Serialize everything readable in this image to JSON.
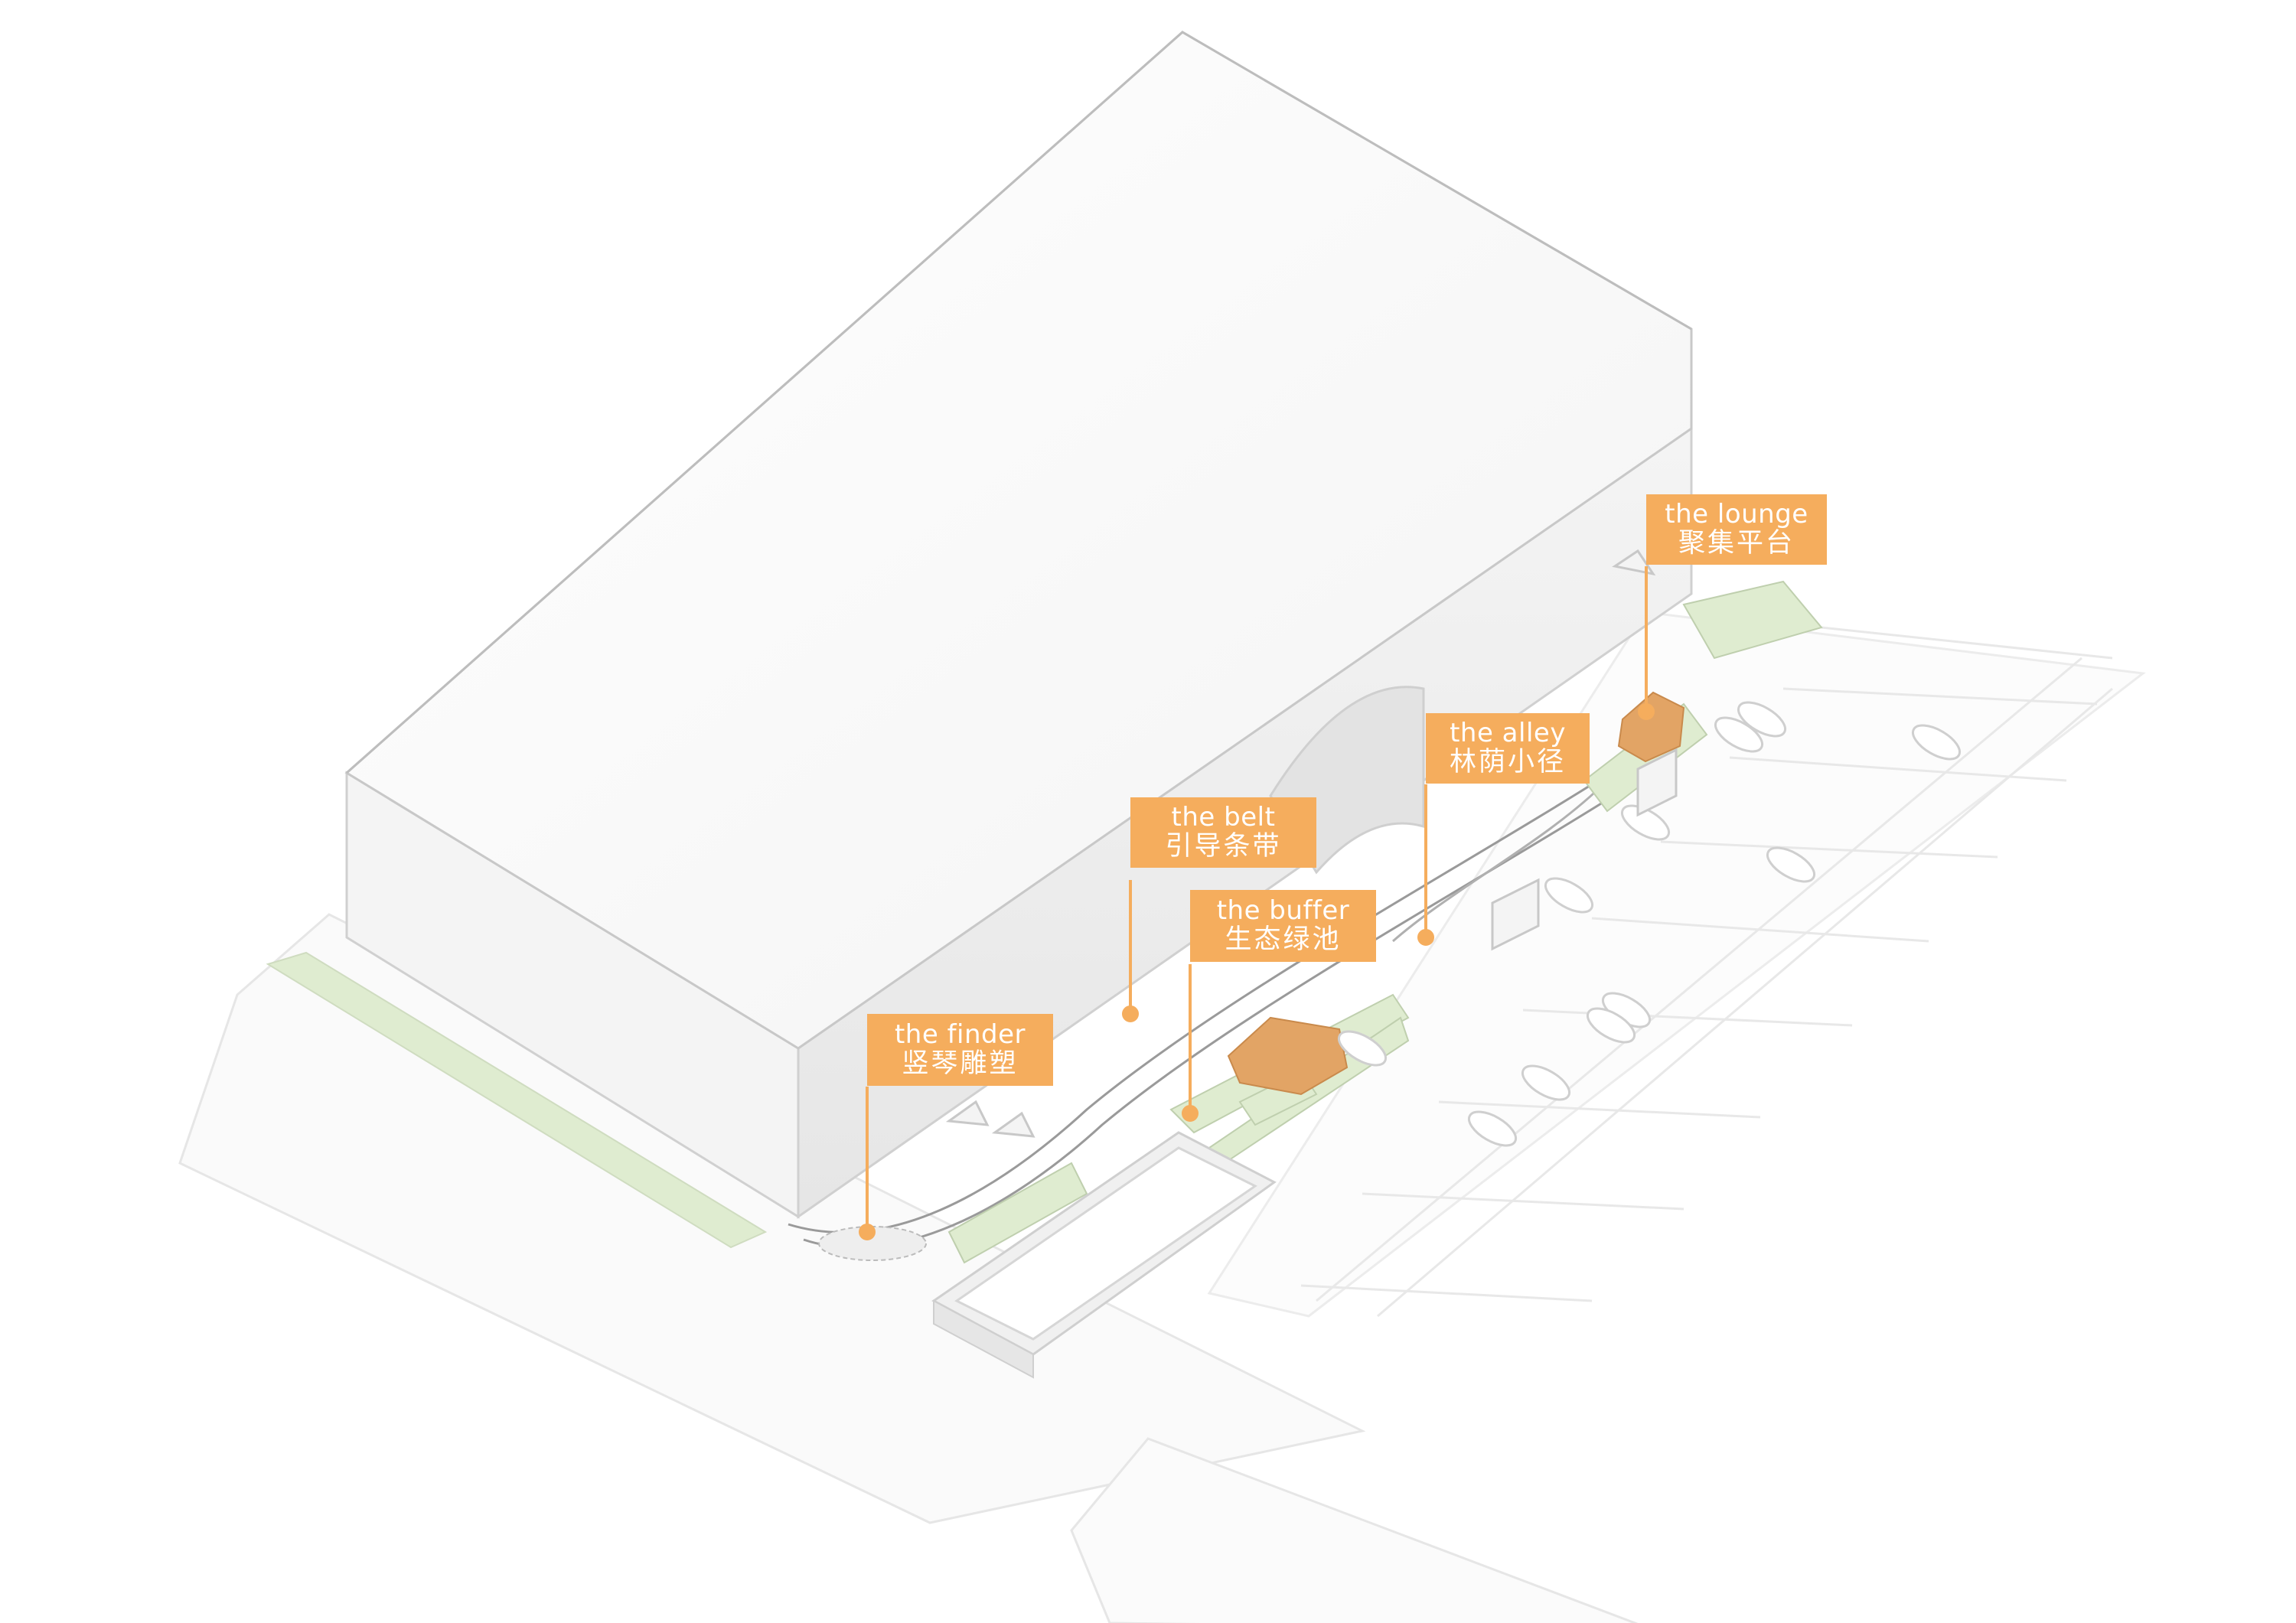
{
  "colors": {
    "accent": "#f5ad5d",
    "building": "#ffffff",
    "building_shadow": "#e9e9e9",
    "ground": "#fafafa",
    "green_strip": "#dfecd0",
    "platform": "#e2a465"
  },
  "callouts": [
    {
      "id": "lounge",
      "en": "the lounge",
      "zh": "聚集平台"
    },
    {
      "id": "alley",
      "en": "the alley",
      "zh": "林荫小径"
    },
    {
      "id": "belt",
      "en": "the belt",
      "zh": "引导条带"
    },
    {
      "id": "buffer",
      "en": "the buffer",
      "zh": "生态绿池"
    },
    {
      "id": "finder",
      "en": "the finder",
      "zh": "竖琴雕塑"
    }
  ]
}
